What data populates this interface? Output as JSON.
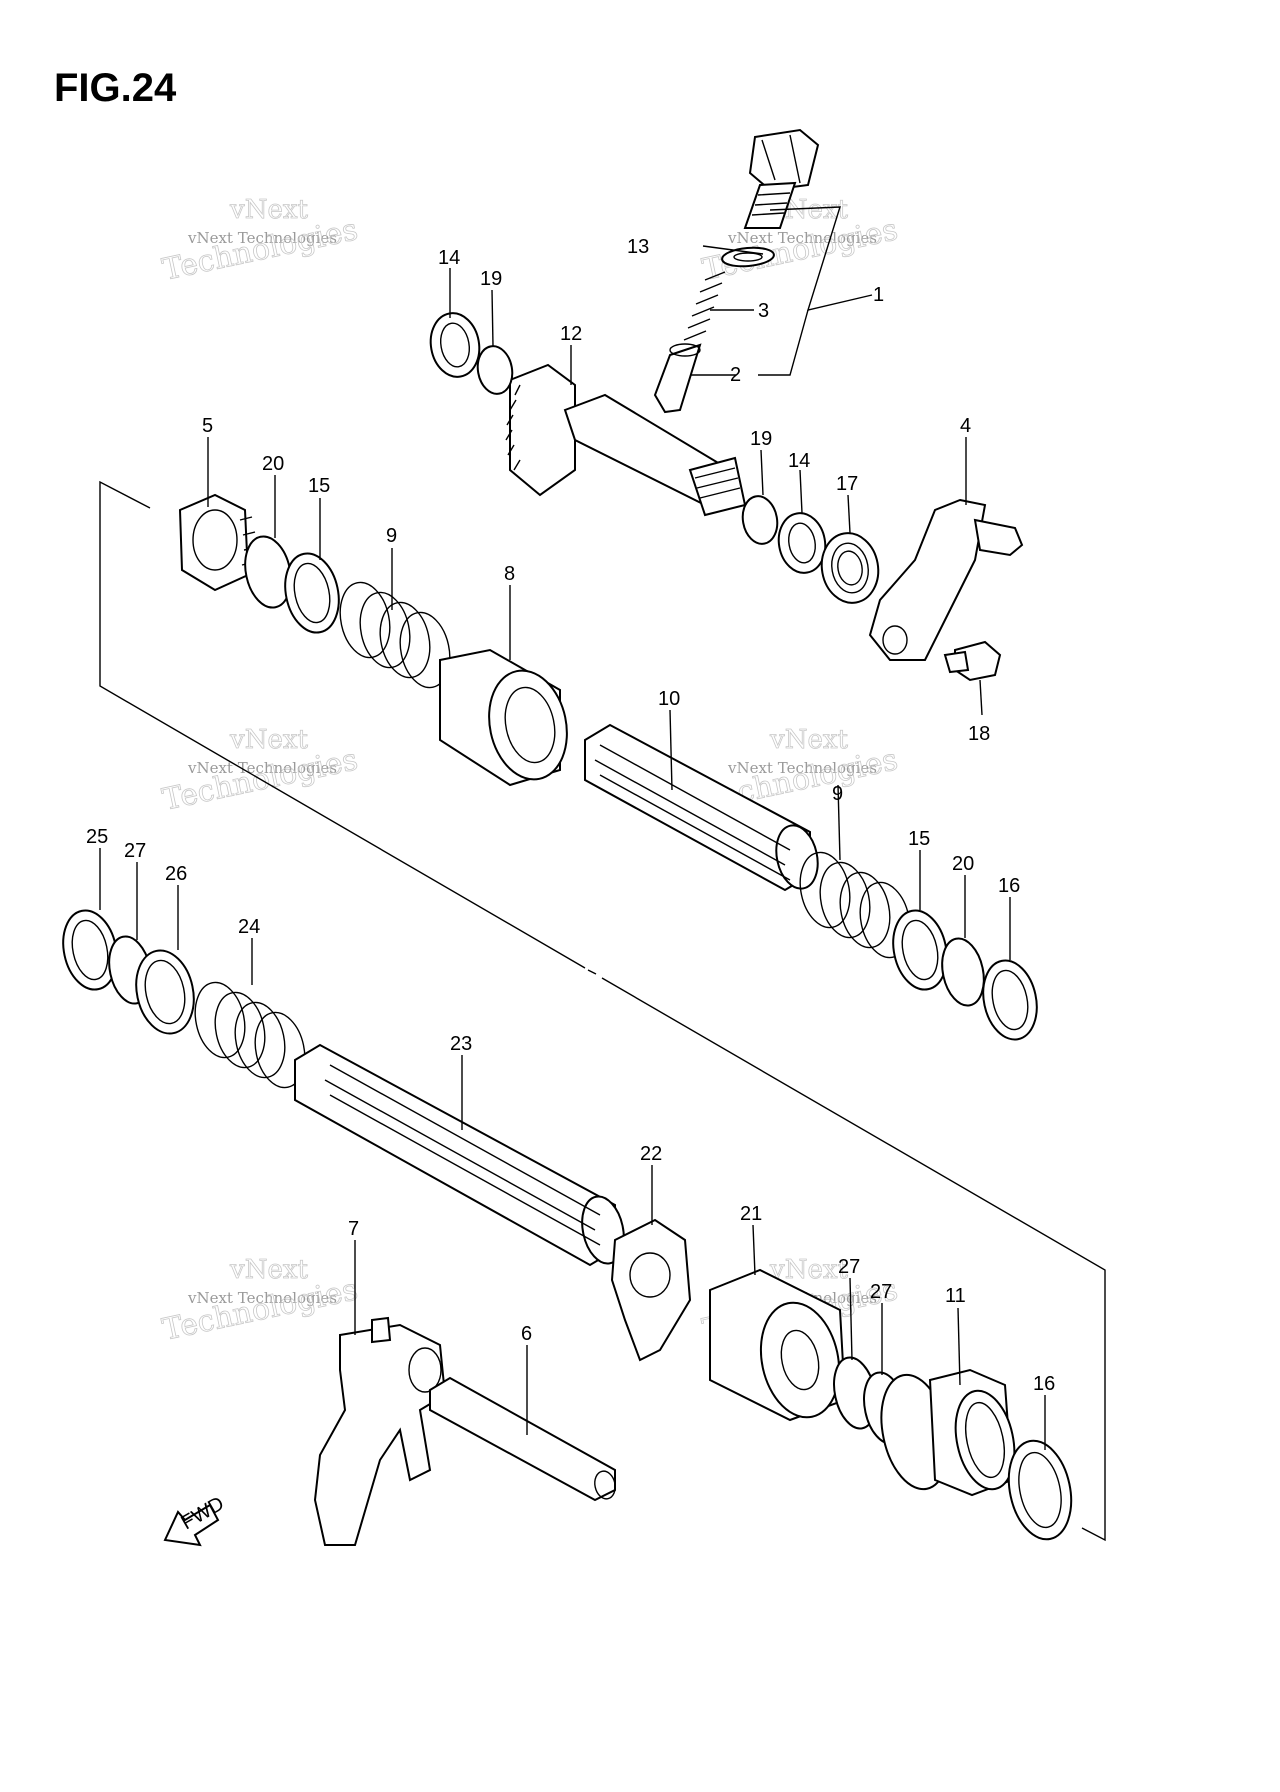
{
  "figure": {
    "title": "FIG.24"
  },
  "watermark": {
    "brand": "vNext Technologies",
    "word1": "vNext",
    "word2": "Technologies"
  },
  "callouts": {
    "c1": "1",
    "c2": "2",
    "c3": "3",
    "c4": "4",
    "c5": "5",
    "c6": "6",
    "c7": "7",
    "c8": "8",
    "c9a": "9",
    "c9b": "9",
    "c10": "10",
    "c11": "11",
    "c12": "12",
    "c13": "13",
    "c14a": "14",
    "c14b": "14",
    "c15a": "15",
    "c15b": "15",
    "c16a": "16",
    "c16b": "16",
    "c17": "17",
    "c18": "18",
    "c19a": "19",
    "c19b": "19",
    "c20a": "20",
    "c20b": "20",
    "c21": "21",
    "c22": "22",
    "c23": "23",
    "c24": "24",
    "c25": "25",
    "c26": "26",
    "c27a": "27",
    "c27b": "27",
    "c27c": "27"
  },
  "fwd_label": "FWD"
}
